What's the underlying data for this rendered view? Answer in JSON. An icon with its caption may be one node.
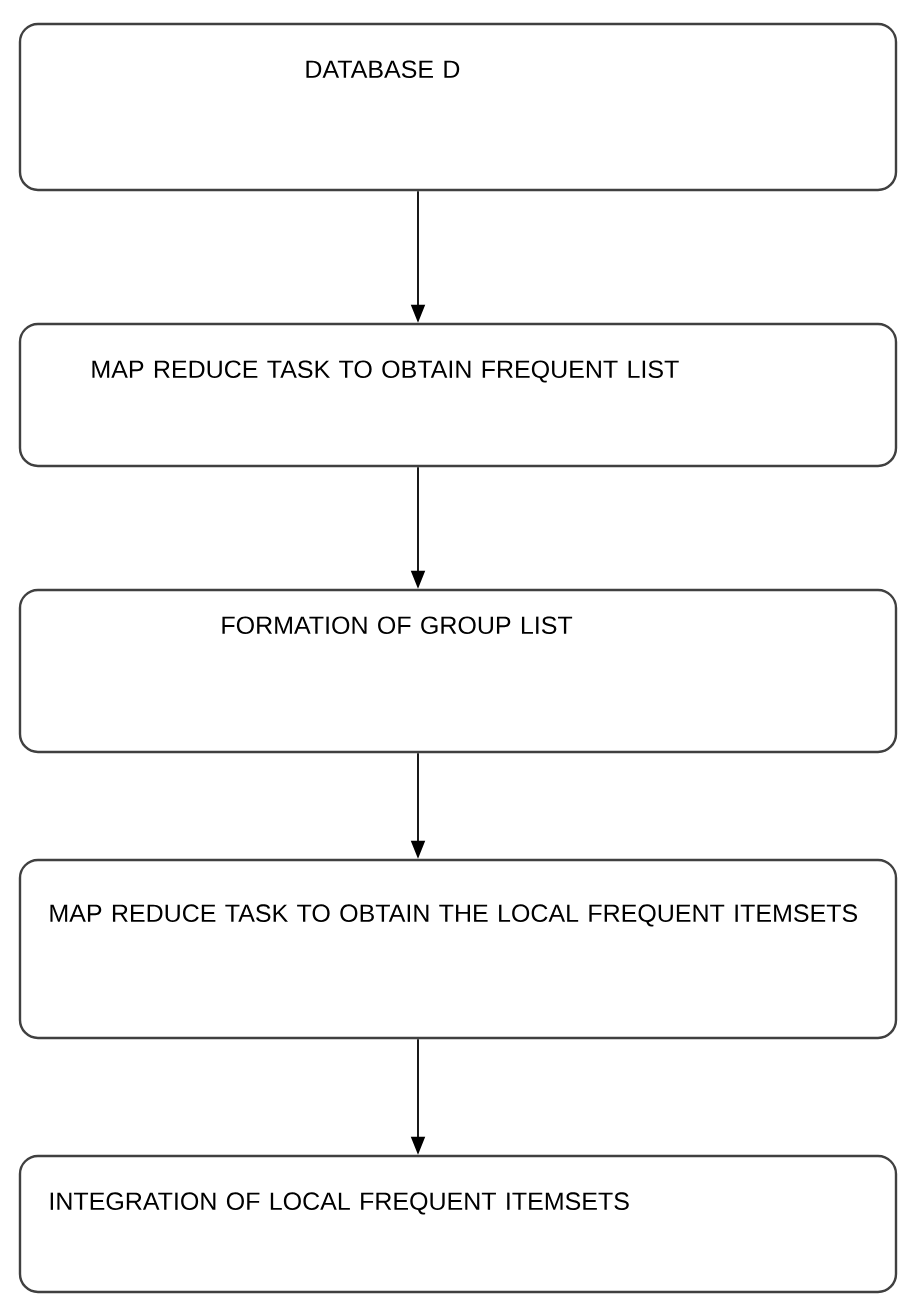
{
  "diagram": {
    "nodes": [
      {
        "text": [
          "DATABASE D"
        ]
      },
      {
        "text": [
          "MAP REDUCE TASK TO OBTAIN FREQUENT LIST"
        ]
      },
      {
        "text": [
          "FORMATION OF GROUP LIST"
        ]
      },
      {
        "text": [
          "MAP REDUCE TASK TO OBTAIN THE LOCAL FREQUENT ITEMSETS"
        ]
      },
      {
        "text": [
          "INTEGRATION OF LOCAL FREQUENT ITEMSETS"
        ]
      }
    ],
    "edges": [
      {
        "from": 0,
        "to": 1,
        "arrow": "to"
      },
      {
        "from": 1,
        "to": 2,
        "arrow": "to"
      },
      {
        "from": 2,
        "to": 3,
        "arrow": "to"
      },
      {
        "from": 3,
        "to": 4,
        "arrow": "to"
      }
    ]
  }
}
